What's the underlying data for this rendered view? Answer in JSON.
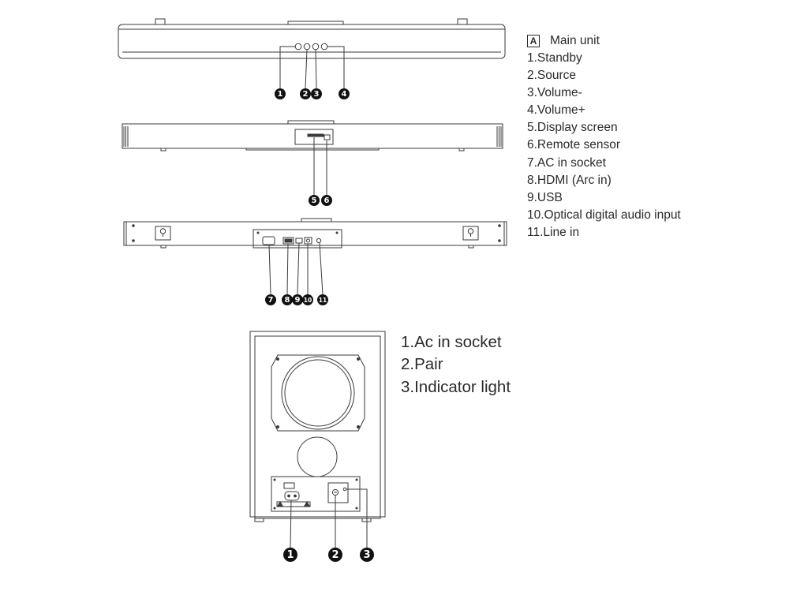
{
  "main_unit_legend": {
    "letter": "A",
    "title": "Main unit",
    "items": [
      "1.Standby",
      "2.Source",
      "3.Volume-",
      "4.Volume+",
      "5.Display screen",
      "6.Remote sensor",
      "7.AC in socket",
      "8.HDMI (Arc in)",
      "9.USB",
      "10.Optical digital audio input",
      "11.Line in"
    ]
  },
  "subwoofer_legend": {
    "items": [
      "1.Ac in socket",
      "2.Pair",
      "3.Indicator light"
    ]
  },
  "callouts": {
    "top_view": [
      "1",
      "2",
      "3",
      "4"
    ],
    "front_view": [
      "5",
      "6"
    ],
    "rear_view": [
      "7",
      "8",
      "9",
      "10",
      "11"
    ],
    "subwoofer_rear": [
      "1",
      "2",
      "3"
    ]
  },
  "colors": {
    "line": "#3a3a3a",
    "callout_fill": "#111111",
    "text": "#2a2a2a"
  }
}
